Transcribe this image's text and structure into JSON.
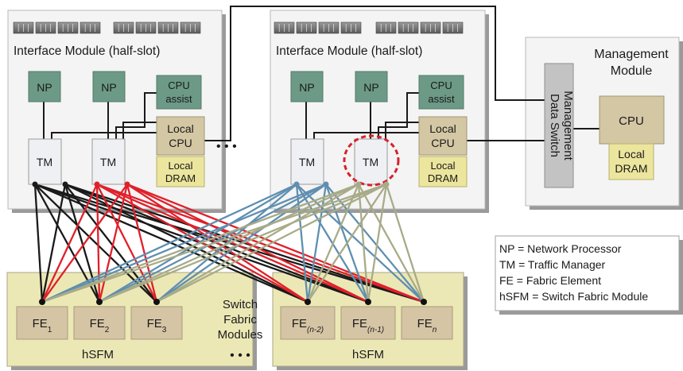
{
  "interface_modules": [
    {
      "label": "Interface Module (half-slot)",
      "np": [
        "NP",
        "NP"
      ],
      "cpu_assist": [
        "CPU",
        "assist"
      ],
      "tm": [
        "TM",
        "TM"
      ],
      "local_cpu": [
        "Local",
        "CPU"
      ],
      "local_dram": [
        "Local",
        "DRAM"
      ]
    },
    {
      "label": "Interface Module (half-slot)",
      "np": [
        "NP",
        "NP"
      ],
      "cpu_assist": [
        "CPU",
        "assist"
      ],
      "tm": [
        "TM",
        "TM"
      ],
      "local_cpu": [
        "Local",
        "CPU"
      ],
      "local_dram": [
        "Local",
        "DRAM"
      ]
    }
  ],
  "ellipsis": "• • •",
  "management_module": {
    "title": [
      "Management",
      "Module"
    ],
    "data_switch": [
      "Data Switch",
      "Management"
    ],
    "cpu": "CPU",
    "local_dram": [
      "Local",
      "DRAM"
    ]
  },
  "switch_fabric": {
    "label": [
      "Switch",
      "Fabric",
      "Modules"
    ],
    "ellipsis": "• • •",
    "modules": [
      {
        "label": "hSFM",
        "fe": [
          {
            "base": "FE",
            "sub": "1"
          },
          {
            "base": "FE",
            "sub": "2"
          },
          {
            "base": "FE",
            "sub": "3"
          }
        ]
      },
      {
        "label": "hSFM",
        "fe": [
          {
            "base": "FE",
            "sub": "(n-2)"
          },
          {
            "base": "FE",
            "sub": "(n-1)"
          },
          {
            "base": "FE",
            "sub": "n"
          }
        ]
      }
    ]
  },
  "legend": [
    "NP = Network Processor",
    "TM = Traffic Manager",
    "FE  = Fabric Element",
    "hSFM = Switch Fabric Module"
  ],
  "colors": {
    "np": "#6c9a86",
    "tm": "#eef0f3",
    "cpu_box": "#d4c7a4",
    "dram": "#ece59d",
    "fabric_bg": "#ece8b6",
    "fe": "#d5c5a5",
    "gray_box": "#c3c3c3",
    "link_black": "#1a1a1a",
    "link_red": "#e0202a",
    "link_blue": "#5f8fb0",
    "link_olive": "#a8ab88",
    "highlight": "#d8202a"
  }
}
